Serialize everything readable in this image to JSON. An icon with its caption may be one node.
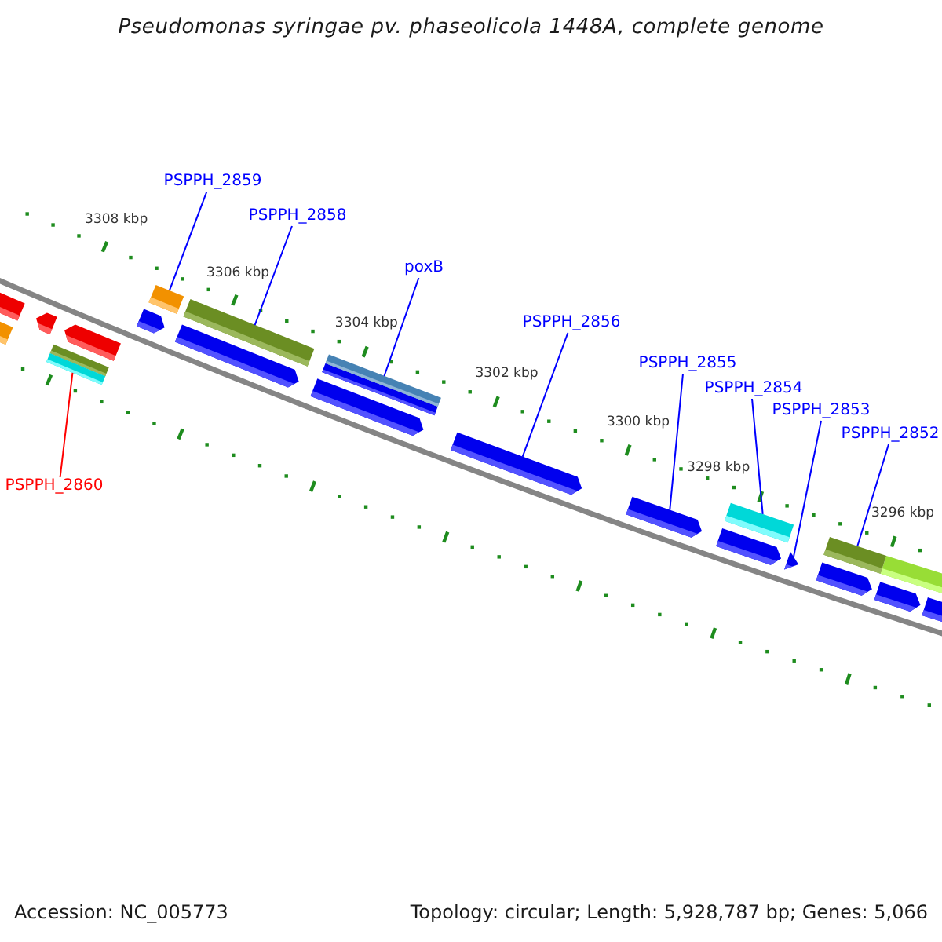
{
  "diagram": {
    "title": "Pseudomonas syringae pv. phaseolicola 1448A, complete genome",
    "nodes": [
      {
        "text": [
          "PSPPH_2859"
        ]
      },
      {
        "text": [
          "PSPPH_2858"
        ]
      },
      {
        "text": [
          "poxB"
        ]
      },
      {
        "text": [
          "PSPPH_2856"
        ]
      },
      {
        "text": [
          "PSPPH_2855"
        ]
      },
      {
        "text": [
          "PSPPH_2854"
        ]
      },
      {
        "text": [
          "PSPPH_2853"
        ]
      },
      {
        "text": [
          "PSPPH_2852"
        ]
      },
      {
        "text": [
          "PSPPH_2860"
        ]
      },
      {
        "text": [],
        "shape": "bar"
      },
      {
        "text": [],
        "shape": "bar"
      },
      {
        "text": [],
        "shape": "bar"
      },
      {
        "text": [],
        "shape": "arrow"
      },
      {
        "text": [],
        "shape": "arrow"
      },
      {
        "text": [],
        "shape": "bar"
      },
      {
        "text": [],
        "shape": "triangle"
      },
      {
        "text": [],
        "shape": "bar"
      },
      {
        "text": [],
        "shape": "bar"
      }
    ],
    "edges": [
      {
        "from": 0,
        "to": 9,
        "arrow": "none"
      },
      {
        "from": 1,
        "to": 10,
        "arrow": "none"
      },
      {
        "from": 2,
        "to": 11,
        "arrow": "none"
      },
      {
        "from": 3,
        "to": 12,
        "arrow": "none"
      },
      {
        "from": 4,
        "to": 13,
        "arrow": "none"
      },
      {
        "from": 5,
        "to": 14,
        "arrow": "none"
      },
      {
        "from": 6,
        "to": 15,
        "arrow": "none"
      },
      {
        "from": 7,
        "to": 16,
        "arrow": "none"
      },
      {
        "from": 8,
        "to": 17,
        "arrow": "none",
        "color": "#ff0000"
      }
    ],
    "labels": [
      "3308 kbp",
      "3306 kbp",
      "3304 kbp",
      "3302 kbp",
      "3300 kbp",
      "3298 kbp",
      "3296 kbp",
      "Accession: NC_005773",
      "Topology: circular; Length: 5,928,787 bp; Genes: 5,066"
    ]
  }
}
